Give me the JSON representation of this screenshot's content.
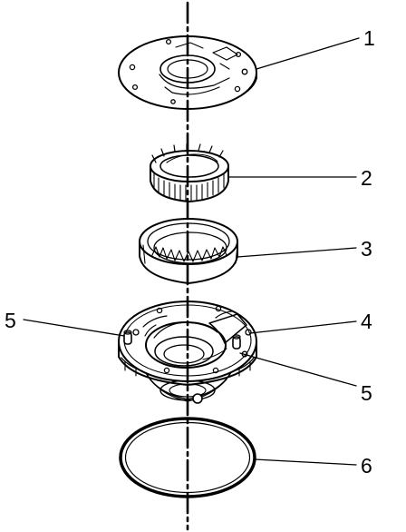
{
  "diagram": {
    "callouts": [
      {
        "id": "c1",
        "text": "1"
      },
      {
        "id": "c2",
        "text": "2"
      },
      {
        "id": "c3",
        "text": "3"
      },
      {
        "id": "c4",
        "text": "4"
      },
      {
        "id": "c5a",
        "text": "5"
      },
      {
        "id": "c5b",
        "text": "5"
      },
      {
        "id": "c6",
        "text": "6"
      }
    ],
    "colors": {
      "line": "#000000",
      "background": "#ffffff"
    },
    "parts": [
      {
        "callout": "1",
        "icon": "pump-cover-plate-icon"
      },
      {
        "callout": "2",
        "icon": "inner-gear-icon"
      },
      {
        "callout": "3",
        "icon": "outer-gear-ring-icon"
      },
      {
        "callout": "4",
        "icon": "pump-body-icon"
      },
      {
        "callout": "5",
        "icon": "dowel-pin-icon"
      },
      {
        "callout": "6",
        "icon": "o-ring-seal-icon"
      }
    ]
  }
}
